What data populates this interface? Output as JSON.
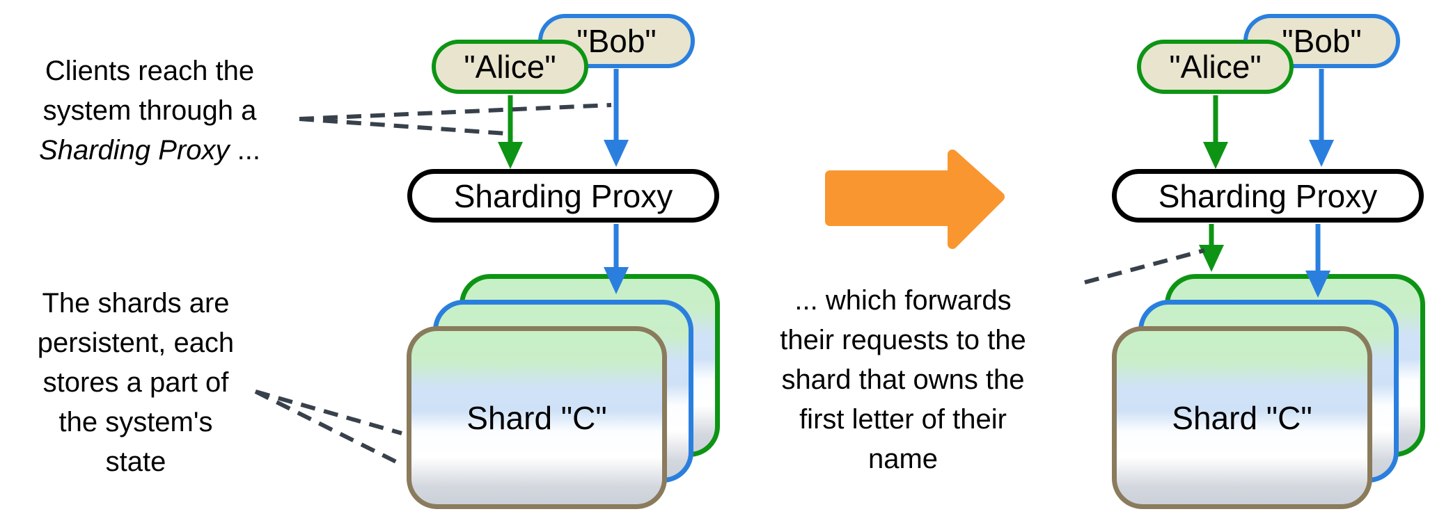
{
  "left_diagram": {
    "client_alice": "\"Alice\"",
    "client_bob": "\"Bob\"",
    "proxy_label": "Sharding Proxy",
    "shard_label": "Shard \"C\""
  },
  "right_diagram": {
    "client_alice": "\"Alice\"",
    "client_bob": "\"Bob\"",
    "proxy_label": "Sharding Proxy",
    "shard_label": "Shard \"C\""
  },
  "annotations": {
    "clients_note": {
      "line1": "Clients reach the",
      "line2": "system through a",
      "line3_italic": "Sharding Proxy",
      "line3_rest": " ..."
    },
    "shards_note": {
      "line1": "The shards are",
      "line2": "persistent, each",
      "line3": "stores a part of",
      "line4": "the system's",
      "line5": "state"
    },
    "forward_note": {
      "line1": "... which forwards",
      "line2": "their requests to the",
      "line3": "shard that owns the",
      "line4": "first letter of their",
      "line5": "name"
    }
  },
  "colors": {
    "client_fill": "#E8E4CE",
    "green": "#0D9414",
    "blue": "#2A7FDE",
    "orange": "#F9962F",
    "brown": "#8A7B5C",
    "dash": "#38414B",
    "black": "#000000"
  }
}
